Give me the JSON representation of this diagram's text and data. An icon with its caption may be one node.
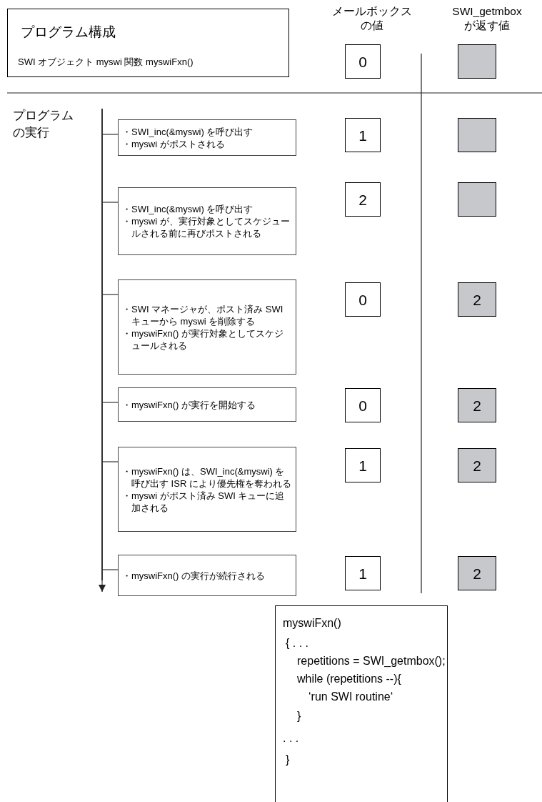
{
  "diagram": {
    "nodes": [
      {
        "text": [
          "プログラム構成",
          "SWI オブジェクト myswi 関数 myswiFxn()"
        ]
      },
      {
        "text": [
          "0"
        ]
      },
      {
        "text": [],
        "shape": "box"
      },
      {
        "text": [
          "・SWI_inc(&myswi) を呼び出す",
          "・myswi がポストされる"
        ]
      },
      {
        "text": [
          "1"
        ]
      },
      {
        "text": [],
        "shape": "box"
      },
      {
        "text": [
          "・SWI_inc(&myswi) を呼び出す",
          "・myswi が、実行対象としてスケジュールされる前に再びポストされる"
        ]
      },
      {
        "text": [
          "2"
        ]
      },
      {
        "text": [],
        "shape": "box"
      },
      {
        "text": [
          "・SWI マネージャが、ポスト済み SWI キューから myswi を削除する",
          "・myswiFxn() が実行対象としてスケジュールされる"
        ]
      },
      {
        "text": [
          "0"
        ]
      },
      {
        "text": [
          "2"
        ]
      },
      {
        "text": [
          "・myswiFxn() が実行を開始する"
        ]
      },
      {
        "text": [
          "0"
        ]
      },
      {
        "text": [
          "2"
        ]
      },
      {
        "text": [
          "・myswiFxn() は、SWI_inc(&myswi) を呼び出す ISR により優先権を奪われる",
          "・myswi がポスト済み SWI キューに追加される"
        ]
      },
      {
        "text": [
          "1"
        ]
      },
      {
        "text": [
          "2"
        ]
      },
      {
        "text": [
          "・myswiFxn() の実行が続行される"
        ]
      },
      {
        "text": [
          "1"
        ]
      },
      {
        "text": [
          "2"
        ]
      },
      {
        "text": [
          "myswiFxn()",
          "{ . . .",
          "repetitions = SWI_getmbox();",
          "while (repetitions --){",
          "‘run SWI routine‘",
          "}",
          ". . .",
          "}"
        ]
      },
      {
        "text": [],
        "shape": "bar"
      }
    ],
    "edges": [
      {
        "from": 22,
        "to": 3,
        "arrow": "none"
      },
      {
        "from": 22,
        "to": 6,
        "arrow": "none"
      },
      {
        "from": 22,
        "to": 9,
        "arrow": "none"
      },
      {
        "from": 22,
        "to": 12,
        "arrow": "none"
      },
      {
        "from": 22,
        "to": 15,
        "arrow": "none"
      },
      {
        "from": 22,
        "to": 18,
        "arrow": "none"
      },
      {
        "from": 22,
        "to": null,
        "arrow": "to"
      }
    ],
    "labels": [
      "メールボックスの値",
      "SWI_getmbox が返す値",
      "プログラムの実行"
    ]
  }
}
